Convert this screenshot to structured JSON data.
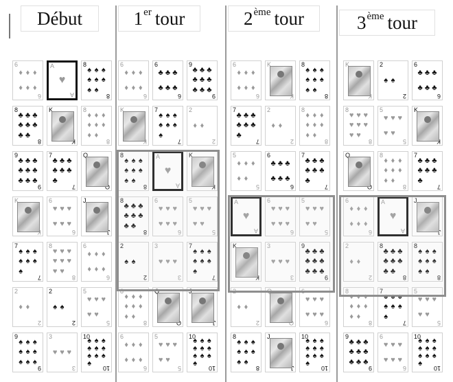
{
  "titles": [
    {
      "base": "Début",
      "sup": "",
      "after": ""
    },
    {
      "base": "1",
      "sup": "er",
      "after": "tour"
    },
    {
      "base": "2",
      "sup": "ème",
      "after": "tour"
    },
    {
      "base": "3",
      "sup": "ème",
      "after": "tour"
    }
  ],
  "suit_glyphs": {
    "spade": "♠",
    "club": "♣",
    "heart": "♥",
    "diamond": "♦"
  },
  "rank_text": {
    "A": "A",
    "2": "2",
    "3": "3",
    "5": "5",
    "6": "6",
    "7": "7",
    "8": "8",
    "9": "9",
    "10": "10",
    "J": "J",
    "Q": "Q",
    "K": "K"
  },
  "colors": {
    "dark_suit": "#111111",
    "light_suit": "#9a9a9a",
    "highlight_border": "#111111",
    "zone_border": "#8e8e8e"
  },
  "grids": [
    {
      "name": "Début",
      "rows": [
        [
          {
            "r": "6",
            "s": "diamond"
          },
          {
            "r": "A",
            "s": "heart",
            "sel": true
          },
          {
            "r": "8",
            "s": "spade"
          }
        ],
        [
          {
            "r": "8",
            "s": "club"
          },
          {
            "r": "K",
            "s": "club",
            "face": true
          },
          {
            "r": "8",
            "s": "diamond"
          }
        ],
        [
          {
            "r": "9",
            "s": "club"
          },
          {
            "r": "7",
            "s": "club"
          },
          {
            "r": "Q",
            "s": "spade",
            "face": true
          }
        ],
        [
          {
            "r": "K",
            "s": "diamond",
            "face": true
          },
          {
            "r": "6",
            "s": "heart"
          },
          {
            "r": "J",
            "s": "spade",
            "face": true
          }
        ],
        [
          {
            "r": "7",
            "s": "spade"
          },
          {
            "r": "8",
            "s": "heart"
          },
          {
            "r": "6",
            "s": "diamond"
          }
        ],
        [
          {
            "r": "2",
            "s": "diamond"
          },
          {
            "r": "2",
            "s": "spade"
          },
          {
            "r": "5",
            "s": "heart"
          }
        ],
        [
          {
            "r": "9",
            "s": "spade"
          },
          {
            "r": "3",
            "s": "heart"
          },
          {
            "r": "10",
            "s": "spade"
          }
        ]
      ]
    },
    {
      "name": "1er tour",
      "rows": [
        [
          {
            "r": "6",
            "s": "diamond"
          },
          {
            "r": "6",
            "s": "club"
          },
          {
            "r": "9",
            "s": "club"
          }
        ],
        [
          {
            "r": "K",
            "s": "diamond",
            "face": true
          },
          {
            "r": "7",
            "s": "spade"
          },
          {
            "r": "2",
            "s": "diamond"
          }
        ],
        [
          {
            "r": "8",
            "s": "spade"
          },
          {
            "r": "A",
            "s": "heart",
            "sel": true
          },
          {
            "r": "K",
            "s": "club",
            "face": true
          }
        ],
        [
          {
            "r": "8",
            "s": "club"
          },
          {
            "r": "6",
            "s": "heart"
          },
          {
            "r": "5",
            "s": "heart"
          }
        ],
        [
          {
            "r": "2",
            "s": "spade"
          },
          {
            "r": "3",
            "s": "heart"
          },
          {
            "r": "7",
            "s": "spade"
          }
        ],
        [
          {
            "r": "8",
            "s": "diamond"
          },
          {
            "r": "Q",
            "s": "spade",
            "face": true
          },
          {
            "r": "J",
            "s": "spade",
            "face": true
          }
        ],
        [
          {
            "r": "6",
            "s": "diamond"
          },
          {
            "r": "5",
            "s": "heart"
          },
          {
            "r": "10",
            "s": "spade"
          }
        ]
      ]
    },
    {
      "name": "2ème tour",
      "rows": [
        [
          {
            "r": "6",
            "s": "diamond"
          },
          {
            "r": "K",
            "s": "diamond",
            "face": true
          },
          {
            "r": "8",
            "s": "spade"
          }
        ],
        [
          {
            "r": "7",
            "s": "club"
          },
          {
            "r": "2",
            "s": "diamond"
          },
          {
            "r": "8",
            "s": "diamond"
          }
        ],
        [
          {
            "r": "5",
            "s": "diamond"
          },
          {
            "r": "6",
            "s": "club"
          },
          {
            "r": "7",
            "s": "club"
          }
        ],
        [
          {
            "r": "A",
            "s": "heart",
            "sel": true
          },
          {
            "r": "6",
            "s": "heart"
          },
          {
            "r": "5",
            "s": "heart"
          }
        ],
        [
          {
            "r": "K",
            "s": "spade",
            "face": true
          },
          {
            "r": "3",
            "s": "heart"
          },
          {
            "r": "9",
            "s": "club"
          }
        ],
        [
          {
            "r": "2",
            "s": "diamond"
          },
          {
            "r": "Q",
            "s": "diamond",
            "face": true
          },
          {
            "r": "6",
            "s": "heart"
          }
        ],
        [
          {
            "r": "8",
            "s": "spade"
          },
          {
            "r": "J",
            "s": "spade",
            "face": true
          },
          {
            "r": "10",
            "s": "spade"
          }
        ]
      ]
    },
    {
      "name": "3ème tour",
      "rows": [
        [
          {
            "r": "K",
            "s": "diamond",
            "face": true
          },
          {
            "r": "2",
            "s": "spade"
          },
          {
            "r": "6",
            "s": "club"
          }
        ],
        [
          {
            "r": "8",
            "s": "heart"
          },
          {
            "r": "5",
            "s": "heart"
          },
          {
            "r": "K",
            "s": "club",
            "face": true
          }
        ],
        [
          {
            "r": "Q",
            "s": "spade",
            "face": true
          },
          {
            "r": "8",
            "s": "diamond"
          },
          {
            "r": "7",
            "s": "club"
          }
        ],
        [
          {
            "r": "6",
            "s": "diamond"
          },
          {
            "r": "A",
            "s": "heart",
            "sel": true
          },
          {
            "r": "J",
            "s": "spade",
            "face": true
          }
        ],
        [
          {
            "r": "2",
            "s": "diamond"
          },
          {
            "r": "8",
            "s": "club"
          },
          {
            "r": "8",
            "s": "spade"
          }
        ],
        [
          {
            "r": "8",
            "s": "diamond"
          },
          {
            "r": "7",
            "s": "spade"
          },
          {
            "r": "5",
            "s": "heart"
          }
        ],
        [
          {
            "r": "9",
            "s": "club"
          },
          {
            "r": "6",
            "s": "heart"
          },
          {
            "r": "10",
            "s": "spade"
          }
        ]
      ]
    }
  ]
}
